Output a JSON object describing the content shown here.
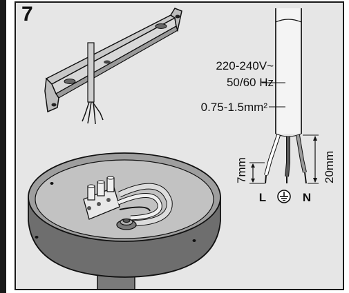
{
  "step": {
    "number": "7"
  },
  "labels": {
    "voltage": "220-240V~",
    "frequency": "50/60 Hz",
    "cross_section": "0.75-1.5mm²",
    "strip_short": "7mm",
    "strip_long": "20mm",
    "live": "L",
    "neutral": "N"
  },
  "icons": [
    "earth-ground-icon"
  ],
  "colors": {
    "frame_border": "#1a1a1a",
    "background": "#e6e6e6",
    "metal": "#8c8c8c"
  }
}
